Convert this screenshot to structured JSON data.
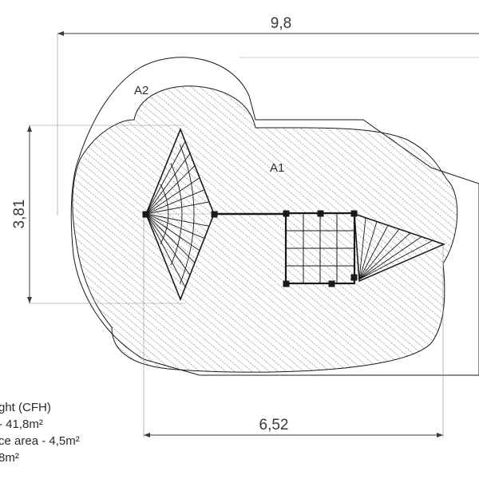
{
  "dimensions": {
    "overall_width": "9,8",
    "height": "3,81",
    "equipment_width": "6,52"
  },
  "areas": {
    "a1_label": "A1",
    "a2_label": "A2"
  },
  "legend": {
    "line1": "ght (CFH)",
    "line2": "- 41,8m²",
    "line3": "ce area - 4,5m²",
    "line4": "8m²"
  },
  "colors": {
    "line": "#1a1a1a",
    "hatch": "#6b6b6b",
    "dimension": "#3a3a3a"
  }
}
